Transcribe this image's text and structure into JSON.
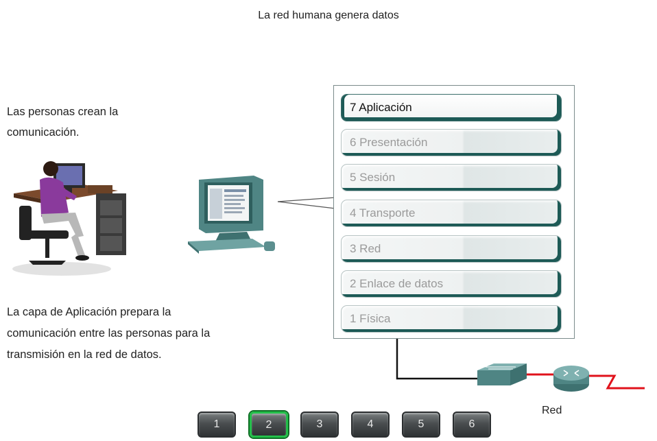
{
  "title": "La red humana genera datos",
  "people_text": [
    "Las personas crean la",
    "comunicación."
  ],
  "app_text": [
    "La capa de Aplicación prepara la",
    "comunicación entre las personas para la",
    "transmisión en la red de datos."
  ],
  "layers": [
    {
      "label": "7 Aplicación",
      "active": true
    },
    {
      "label": "6 Presentación",
      "active": false
    },
    {
      "label": "5 Sesión",
      "active": false
    },
    {
      "label": "4 Transporte",
      "active": false
    },
    {
      "label": "3 Red",
      "active": false
    },
    {
      "label": "2 Enlace de datos",
      "active": false
    },
    {
      "label": "1 Física",
      "active": false
    }
  ],
  "network_label": "Red",
  "nav": {
    "buttons": [
      "1",
      "2",
      "3",
      "4",
      "5",
      "6"
    ],
    "selected": "2"
  },
  "colors": {
    "layer_border": "#1d5a56",
    "nav_selected": "#23c04a",
    "network_link": "#e0121b",
    "device": "#5c8f8f"
  },
  "icons": [
    "person-at-desk-icon",
    "computer-icon",
    "switch-icon",
    "router-icon",
    "lightning-link-icon"
  ]
}
